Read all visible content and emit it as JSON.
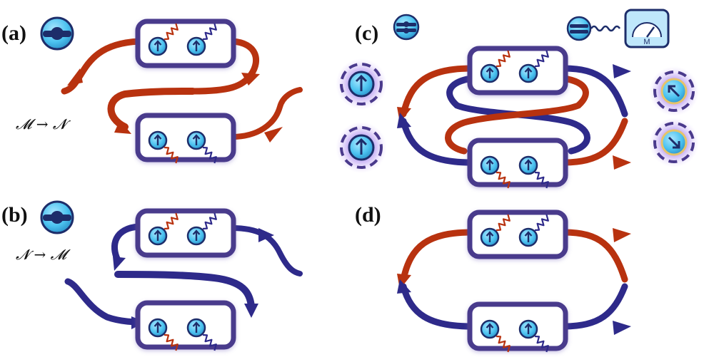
{
  "panels": [
    {
      "id": "a",
      "label": "(a)",
      "map": "𝓜 → 𝓝"
    },
    {
      "id": "b",
      "label": "(b)",
      "map": "𝓝 → 𝓜"
    },
    {
      "id": "c",
      "label": "(c)"
    },
    {
      "id": "d",
      "label": "(d)"
    }
  ],
  "meter": {
    "letter": "M"
  },
  "colors": {
    "box_stroke": "#4a3a8c",
    "red_arrow": "#b8320f",
    "blue_arrow": "#2e2a8a",
    "qubit_fill": "#4cc3f0",
    "glow": "#b79af0",
    "gold": "#e6c36a"
  }
}
